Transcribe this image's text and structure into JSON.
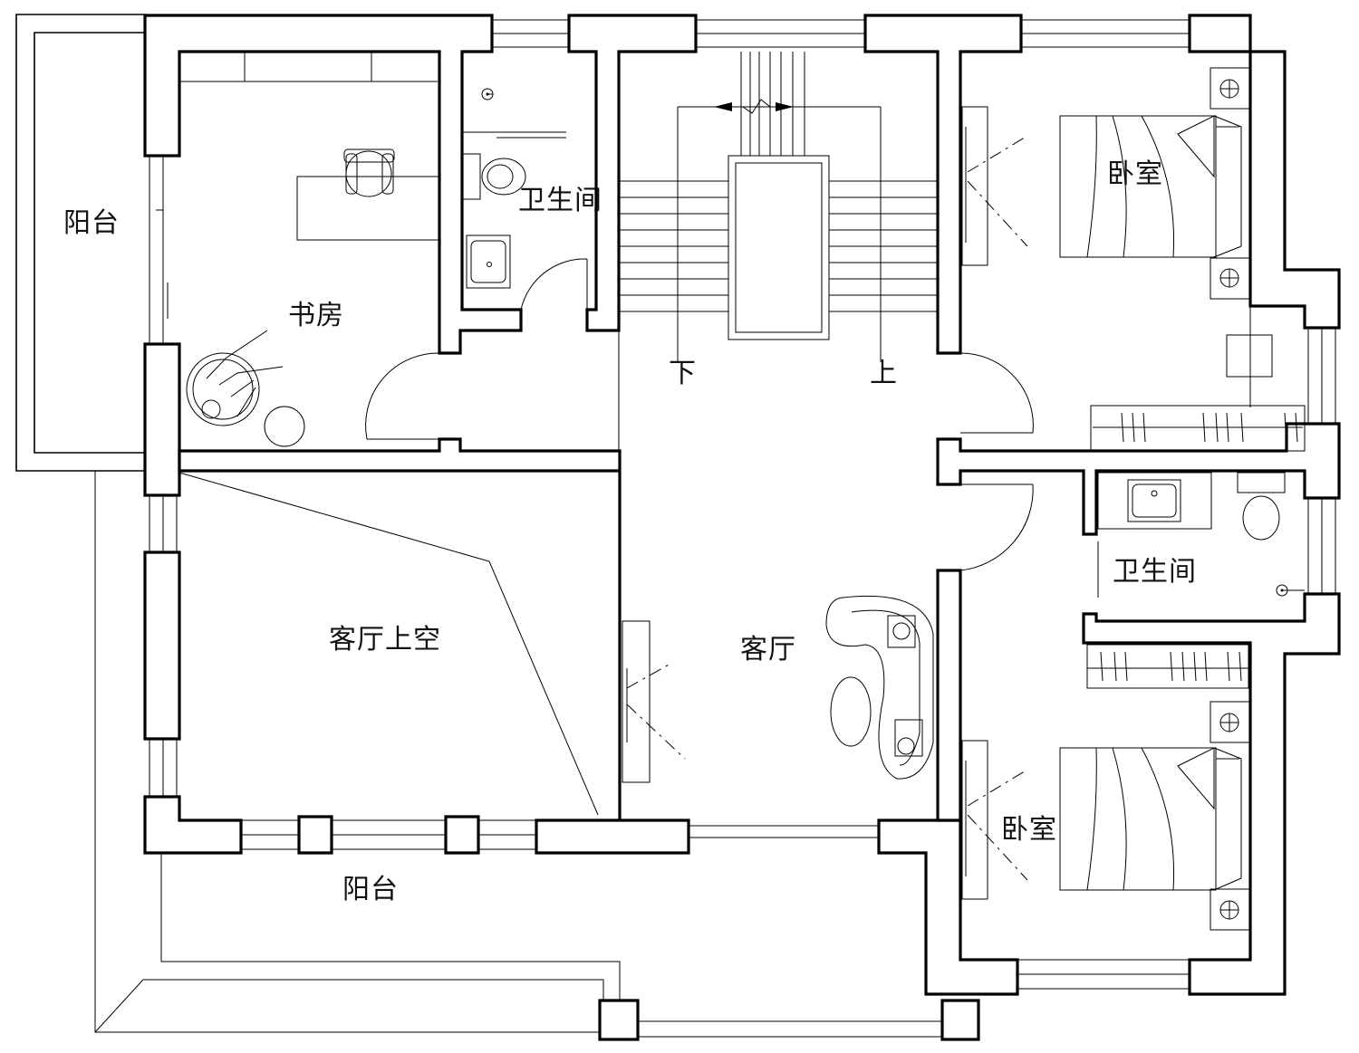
{
  "plan": {
    "rooms": {
      "balcony_west": "阳台",
      "study": "书房",
      "bathroom_north": "卫生间",
      "bedroom_north": "卧室",
      "living_void": "客厅上空",
      "living_room": "客厅",
      "bathroom_east": "卫生间",
      "bedroom_south": "卧室",
      "balcony_south": "阳台"
    },
    "stairs": {
      "down": "下",
      "up": "上"
    }
  }
}
